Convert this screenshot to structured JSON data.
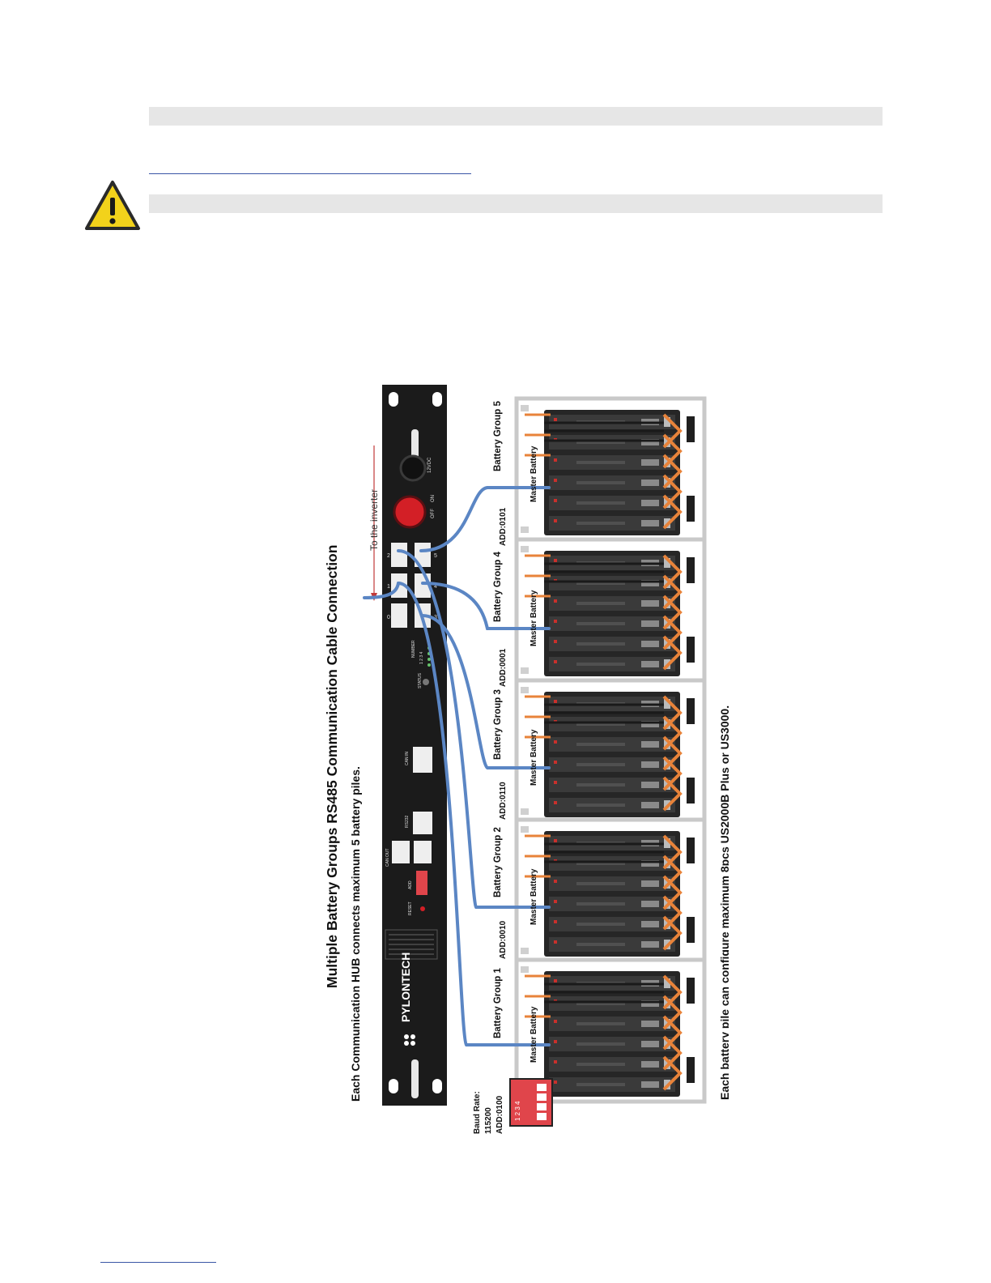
{
  "colors": {
    "warning_fill": "#f2d21b",
    "cable": "#5b86c4",
    "hub": "#1b1b1b",
    "orange_wire": "#e8833a",
    "dip_switch": "#e0454b"
  },
  "icons": {
    "warning": "warning-triangle-icon"
  },
  "diagram": {
    "title": "Multiple Battery Groups RS485 Communication Cable Connection",
    "subtitle": "Each Communication HUB connects maximum 5 battery piles.",
    "footer": "Each battery pile can configure maximum 8pcs US2000B Plus or US3000.",
    "inverter_label": "To the inverter",
    "brand": "PYLONTECH",
    "hub_labels": {
      "dc": "12VDC",
      "on": "ON",
      "off": "OFF",
      "status": "STATUS",
      "number": "NUMBER",
      "can_in": "CAN IN",
      "can_out": "CAN OUT",
      "rs232": "RS232",
      "add": "ADD",
      "reset": "RESET",
      "leds": "1 2 3 4"
    },
    "ports": [
      "0",
      "1",
      "2",
      "3",
      "4",
      "5"
    ],
    "master_label": "Master Battery",
    "dip": {
      "baud": "Baud Rate:",
      "rate": "115200",
      "add": "ADD:0100",
      "pins": "1 2 3 4"
    },
    "groups": [
      {
        "name": "Battery Group 1",
        "add": ""
      },
      {
        "name": "Battery Group 2",
        "add": "ADD:0010"
      },
      {
        "name": "Battery Group 3",
        "add": "ADD:0110"
      },
      {
        "name": "Battery Group 4",
        "add": "ADD:0001"
      },
      {
        "name": "Battery Group 5",
        "add": "ADD:0101"
      }
    ]
  }
}
